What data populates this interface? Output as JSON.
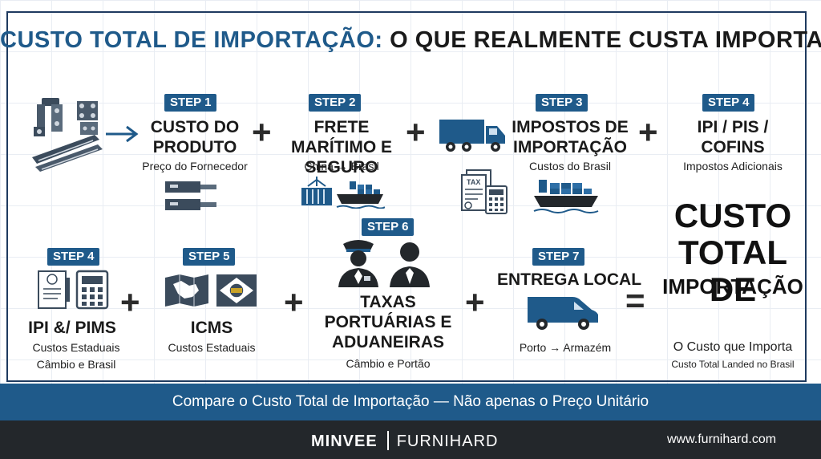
{
  "header": {
    "title_part1": "CUSTO TOTAL DE IMPORTAÇÃO:",
    "title_part2": "O QUE REALMENTE CUSTA IMPORTAR?"
  },
  "top_row": [
    {
      "badge": "STEP 1",
      "heading": "CUSTO DO PRODUTO",
      "sub": "Preço do Fornecedor"
    },
    {
      "badge": "STEP 2",
      "heading": "FRETE MARÍTIMO E SEGURO",
      "sub": "China → Brasil"
    },
    {
      "badge": "STEP 3",
      "heading": "IMPOSTOS DE IMPORTAÇÃO",
      "sub": "Custos do Brasil"
    },
    {
      "badge": "STEP 4",
      "heading": "IPI / PIS / COFINS",
      "sub": "Impostos Adicionais"
    }
  ],
  "bottom_row": [
    {
      "badge": "STEP 4",
      "heading": "IPI &/ PIMS",
      "sub1": "Custos Estaduais",
      "sub2": "Câmbio e Brasil"
    },
    {
      "badge": "STEP 5",
      "heading": "ICMS",
      "sub1": "Custos Estaduais"
    },
    {
      "badge": "STEP 6",
      "heading": "TAXAS PORTUÁRIAS E ADUANEIRAS",
      "sub1": "Câmbio e Portão"
    },
    {
      "badge": "STEP 7",
      "heading": "ENTREGA LOCAL",
      "sub1": "Porto → Armazém"
    }
  ],
  "operators": {
    "plus": "+",
    "equals": "="
  },
  "total": {
    "title": "CUSTO TOTAL DE",
    "subtitle": "IMPORTAÇÃO",
    "line1": "O Custo que Importa",
    "line2": "Custo Total Landed no Brasil"
  },
  "banner": "Compare o Custo Total de Importação — Não apenas o Preço Unitário",
  "footer": {
    "brand_bold": "MINVEE",
    "brand_light": "FURNIHARD",
    "website": "www.furnihard.com"
  },
  "colors": {
    "accent": "#1f5a8a",
    "dark": "#23272b",
    "text": "#1a1a1a"
  },
  "icons": [
    "hardware-parts-icon",
    "arrow-right-icon",
    "drawer-slides-icon",
    "container-crane-icon",
    "cargo-ship-icon",
    "truck-icon",
    "tax-document-icon",
    "calculator-icon",
    "map-icon",
    "flag-icon",
    "customs-officer-icon",
    "person-icon",
    "delivery-van-icon"
  ]
}
